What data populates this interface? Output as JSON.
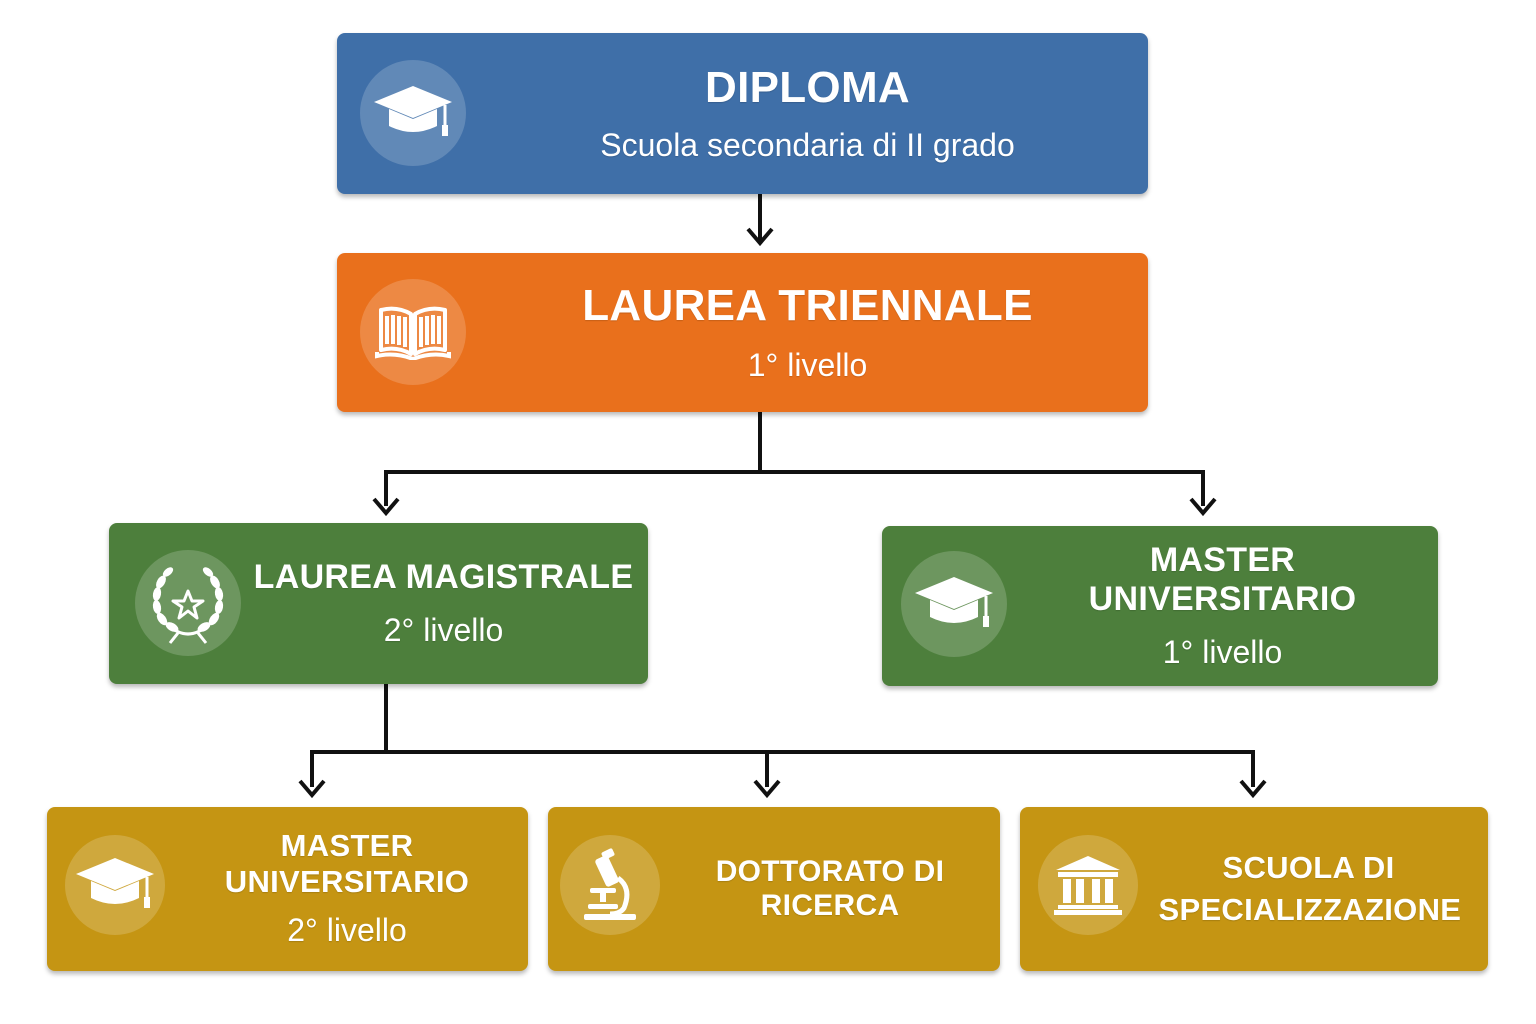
{
  "colors": {
    "blue": "#3f6fa8",
    "orange": "#e9701c",
    "green": "#4d7f3c",
    "gold": "#c59513",
    "connector": "#111111"
  },
  "nodes": {
    "diploma": {
      "title": "DIPLOMA",
      "subtitle": "Scuola secondaria di II grado",
      "icon": "graduation-cap-icon"
    },
    "laurea_triennale": {
      "title": "LAUREA TRIENNALE",
      "subtitle": "1° livello",
      "icon": "open-book-icon"
    },
    "laurea_magistrale": {
      "title": "LAUREA MAGISTRALE",
      "subtitle": "2° livello",
      "icon": "laurel-star-icon"
    },
    "master_primo": {
      "title": "MASTER UNIVERSITARIO",
      "subtitle": "1° livello",
      "icon": "graduation-cap-icon"
    },
    "master_secondo": {
      "title": "MASTER UNIVERSITARIO",
      "subtitle": "2° livello",
      "icon": "graduation-cap-icon"
    },
    "dottorato": {
      "title": "DOTTORATO DI RICERCA",
      "icon": "microscope-icon"
    },
    "scuola_specializzazione": {
      "title": "SCUOLA DI SPECIALIZZAZIONE",
      "icon": "institution-building-icon"
    }
  },
  "edges": [
    {
      "from": "diploma",
      "to": "laurea_triennale"
    },
    {
      "from": "laurea_triennale",
      "to": "laurea_magistrale"
    },
    {
      "from": "laurea_triennale",
      "to": "master_primo"
    },
    {
      "from": "laurea_magistrale",
      "to": "master_secondo"
    },
    {
      "from": "laurea_magistrale",
      "to": "dottorato"
    },
    {
      "from": "laurea_magistrale",
      "to": "scuola_specializzazione"
    }
  ]
}
